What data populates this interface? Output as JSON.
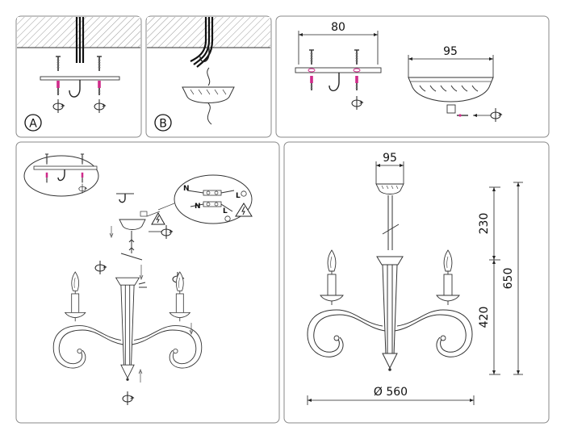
{
  "labels": {
    "step_a": "A",
    "step_b": "B",
    "neutral": "N",
    "live": "L"
  },
  "dimensions": {
    "plate_width": "80",
    "canopy_width": "95",
    "top_canopy": "95",
    "upper_height": "230",
    "lower_height": "420",
    "total_height": "650",
    "diameter": "Ø 560"
  },
  "colors": {
    "outline": "#333333",
    "panel_border": "#8a8a8a",
    "screw_marker": "#d02a8a"
  }
}
